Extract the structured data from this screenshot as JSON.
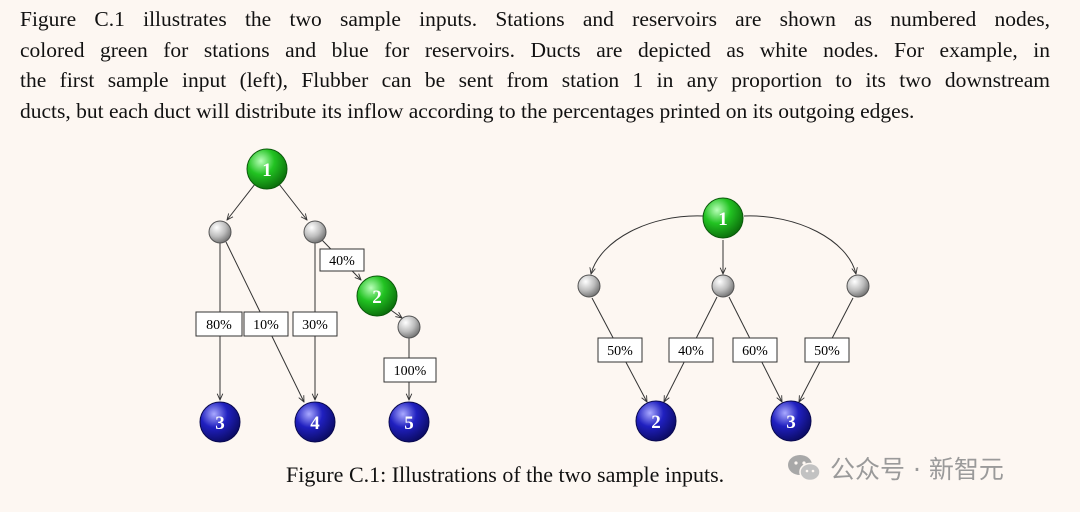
{
  "paragraph": {
    "lines": [
      "Figure C.1 illustrates the two sample inputs.  Stations and reservoirs are shown as numbered nodes,",
      "colored green for stations and blue for reservoirs.  Ducts are depicted as white nodes.  For example, in",
      "the first sample input (left), Flubber can be sent from station 1 in any proportion to its two downstream",
      "ducts, but each duct will distribute its inflow according to the percentages printed on its outgoing edges."
    ]
  },
  "diagram_left": {
    "stations": [
      "1",
      "2"
    ],
    "reservoirs": [
      "3",
      "4",
      "5"
    ],
    "edge_labels": [
      "40%",
      "80%",
      "10%",
      "30%",
      "100%"
    ]
  },
  "diagram_right": {
    "stations": [
      "1"
    ],
    "reservoirs": [
      "2",
      "3"
    ],
    "edge_labels": [
      "50%",
      "40%",
      "60%",
      "50%"
    ]
  },
  "colors": {
    "station": "#1db81d",
    "reservoir": "#1f1fb0",
    "duct": "#b8b8b8"
  },
  "caption": "Figure C.1: Illustrations of the two sample inputs.",
  "watermark": "公众号 · 新智元"
}
